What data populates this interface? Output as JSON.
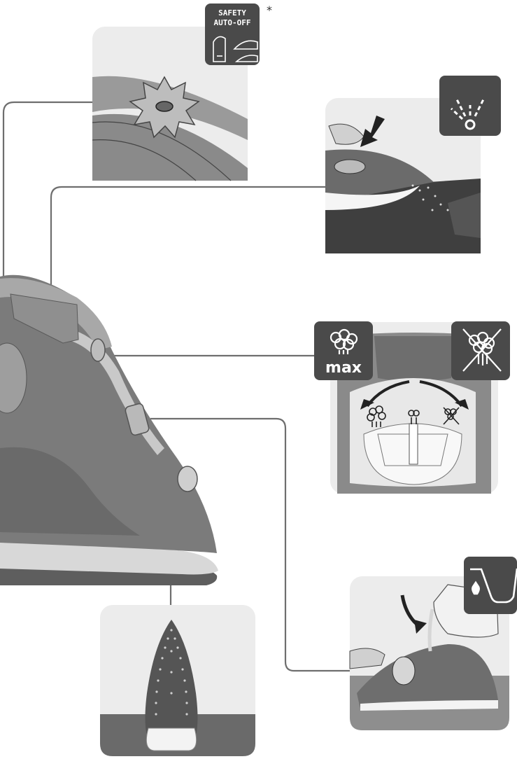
{
  "safety_badge": {
    "line1": "SAFETY",
    "line2": "AUTO-OFF",
    "footnote_mark": "*",
    "icons": [
      "iron-upright-icon",
      "iron-flat-icon"
    ]
  },
  "steam_control": {
    "max_label": "max",
    "icons": [
      "steam-max-icon",
      "steam-low-icon",
      "steam-off-icon"
    ]
  },
  "feature_icons": [
    "spray-icon",
    "water-fill-icon"
  ],
  "colors": {
    "badge_dark": "#4a4a4a",
    "iron_body": "#7a7a7a",
    "panel_bg": "#ececec",
    "connector_line": "#6e6e6e"
  }
}
